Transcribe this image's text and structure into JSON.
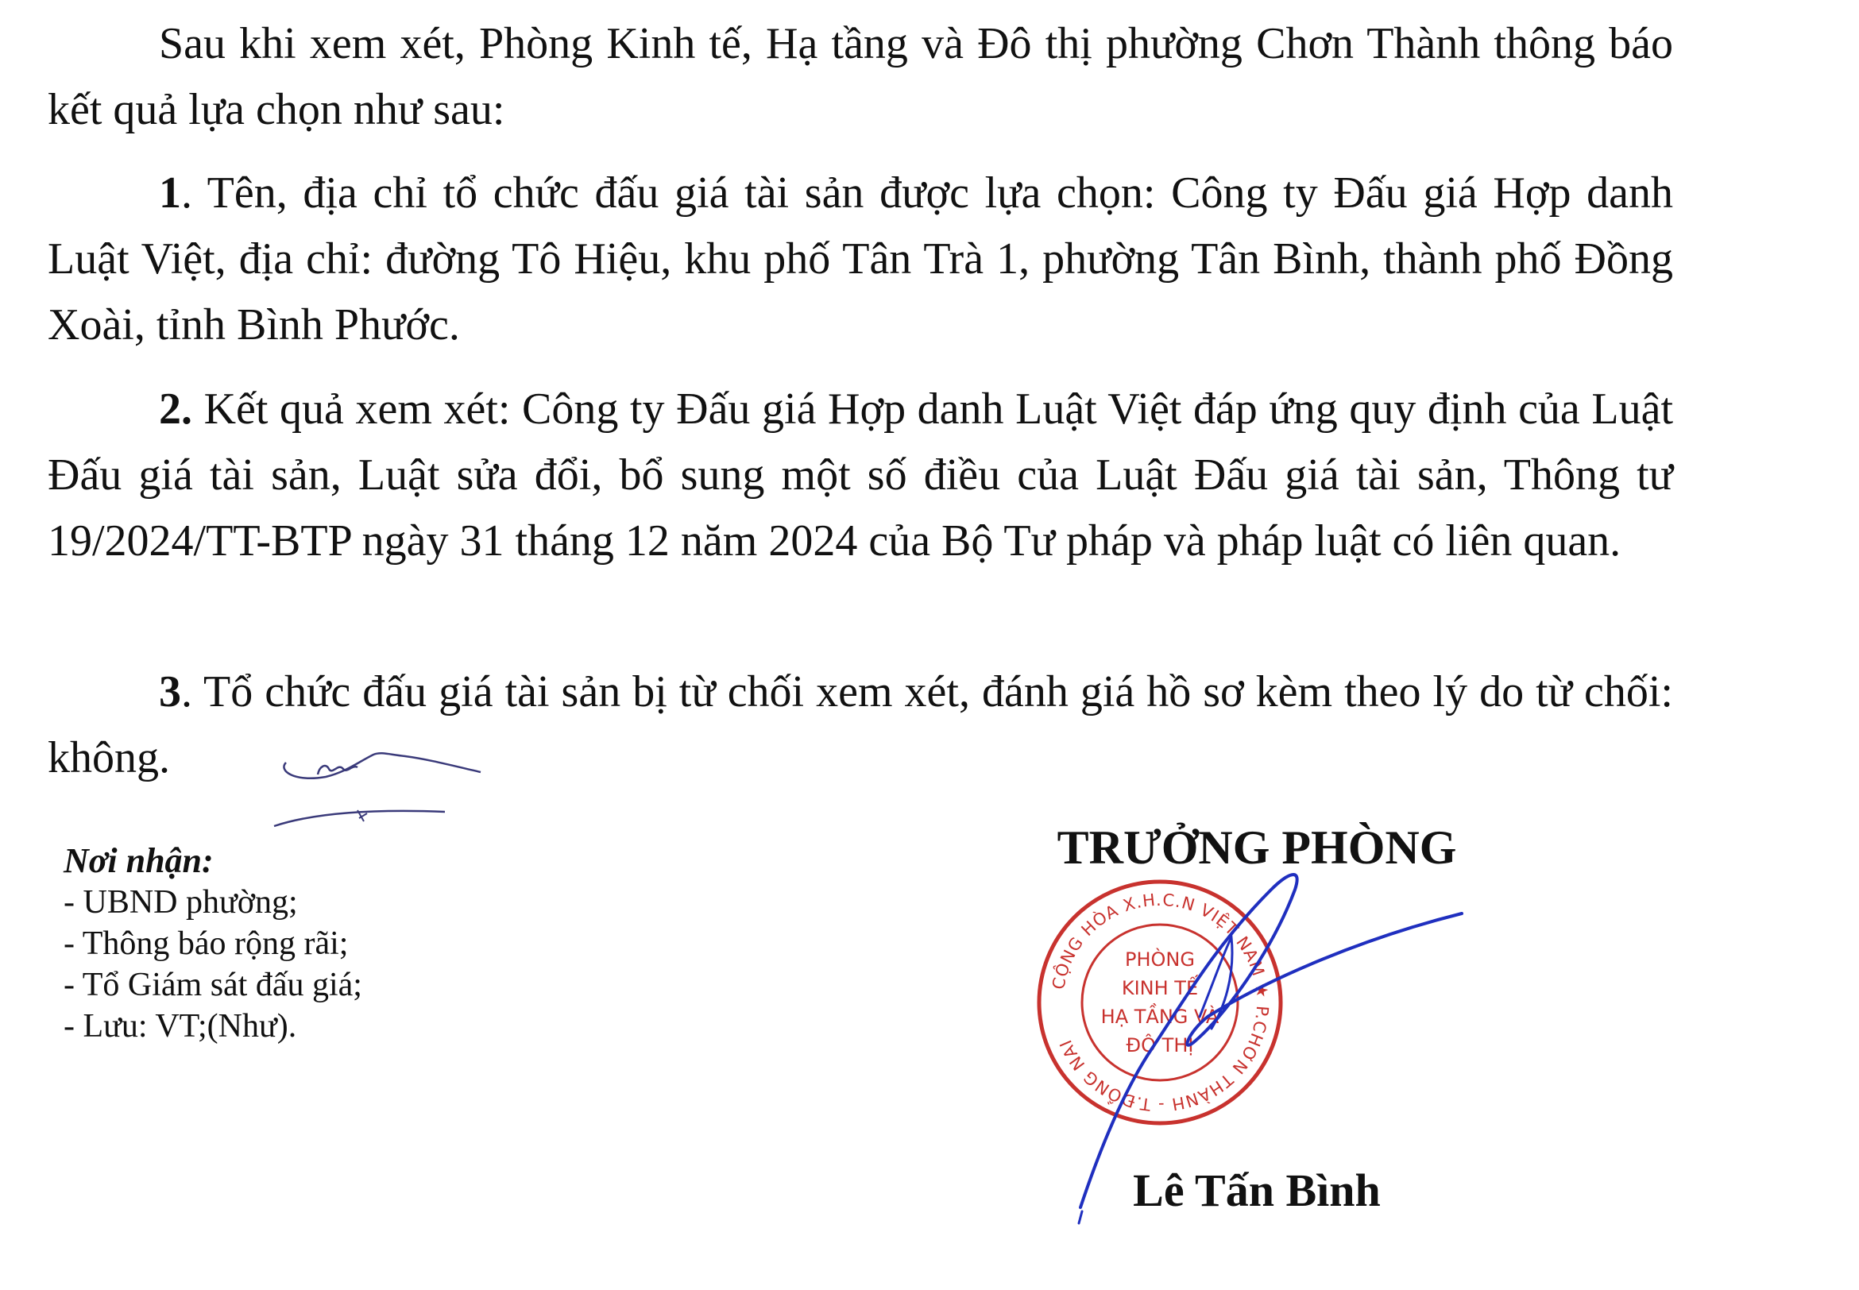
{
  "document": {
    "intro": "Sau khi xem xét, Phòng Kinh tế, Hạ tầng và Đô thị phường Chơn Thành thông báo kết quả lựa chọn như sau:",
    "items": [
      {
        "number": "1",
        "text": ". Tên, địa chỉ tổ chức đấu giá tài sản được lựa chọn: Công ty Đấu giá Hợp danh Luật Việt, địa chỉ: đường Tô Hiệu, khu phố Tân Trà 1, phường Tân Bình, thành phố Đồng Xoài, tỉnh Bình Phước."
      },
      {
        "number": "2.",
        "text": " Kết quả xem xét: Công ty Đấu giá Hợp danh Luật Việt đáp ứng quy định của Luật Đấu giá tài sản, Luật sửa đổi, bổ sung một số điều của Luật Đấu giá tài sản, Thông tư 19/2024/TT-BTP ngày 31 tháng 12 năm 2024 của Bộ Tư pháp và pháp luật có liên quan."
      },
      {
        "number": "3",
        "text": ". Tổ chức đấu giá tài sản bị từ chối xem xét, đánh giá hồ sơ kèm theo lý do từ chối: không."
      }
    ]
  },
  "recipients": {
    "title": "Nơi nhận:",
    "list": [
      "- UBND phường;",
      "- Thông báo rộng rãi;",
      "- Tổ Giám sát đấu giá;",
      "- Lưu: VT;(Như)."
    ]
  },
  "signature_block": {
    "position_title": "TRƯỞNG PHÒNG",
    "signer_name": "Lê Tấn Bình"
  },
  "seal": {
    "ring_text": "CỘNG HÒA X.H.C.N VIỆT NAM ★ P.CHƠN THÀNH - T.ĐỒNG NAI",
    "center_lines": [
      "PHÒNG",
      "KINH TẾ",
      "HẠ TẦNG VÀ",
      "ĐÔ THỊ"
    ],
    "color": "#c8322e"
  },
  "signature_color": "#1f2fbf"
}
